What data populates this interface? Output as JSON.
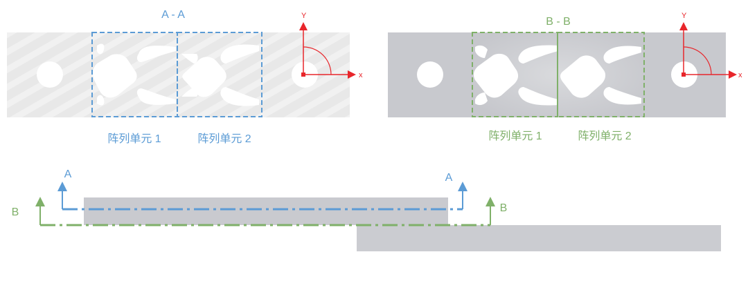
{
  "section_a": {
    "title": "A - A",
    "cell1_label": "阵列单元 1",
    "cell2_label": "阵列单元 2"
  },
  "section_b": {
    "title": "B - B",
    "cell1_label": "阵列单元 1",
    "cell2_label": "阵列单元 2"
  },
  "axes": {
    "y_label": "Y",
    "x_label": "x"
  },
  "cut_lines": {
    "a_left": "A",
    "a_right": "A",
    "b_left": "B",
    "b_right": "B"
  },
  "colors": {
    "section_a": "#5b9bd5",
    "section_b": "#7fb069",
    "axis": "#e8262b",
    "plate_a": "#e6e6e6",
    "plate_b": "#c8c9ce",
    "side_plate": "#c9cacf"
  }
}
